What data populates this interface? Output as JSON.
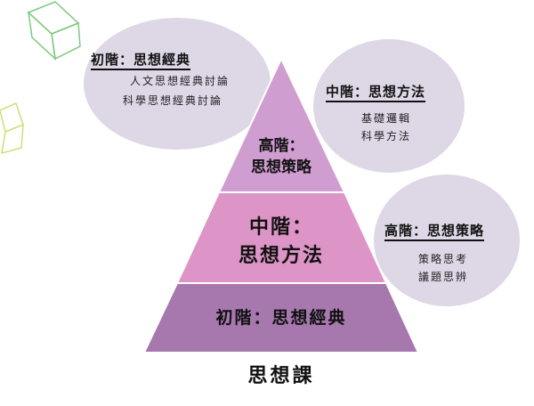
{
  "colors": {
    "bubble": "#ddd7e6",
    "top_tier": "#cf9dd0",
    "middle_tier": "#dc95c6",
    "bottom_tier": "#a678ad",
    "cube_green": "#7ec97e",
    "cube_yellow": "#cde07a"
  },
  "bubbles": {
    "beginner": {
      "title": "初階：思想經典",
      "lines": [
        "人文思想經典討論",
        "科學思想經典討論"
      ]
    },
    "intermediate": {
      "title": "中階：思想方法",
      "lines": [
        "基礎邏輯",
        "科學方法"
      ]
    },
    "advanced": {
      "title": "高階：思想策略",
      "lines": [
        "策略思考",
        "議題思辨"
      ]
    }
  },
  "pyramid": {
    "top": {
      "line1": "高階：",
      "line2": "思想策略"
    },
    "middle": {
      "line1": "中階：",
      "line2": "思想方法"
    },
    "bottom": {
      "line1": "初階：思想經典"
    }
  },
  "caption": "思想課"
}
